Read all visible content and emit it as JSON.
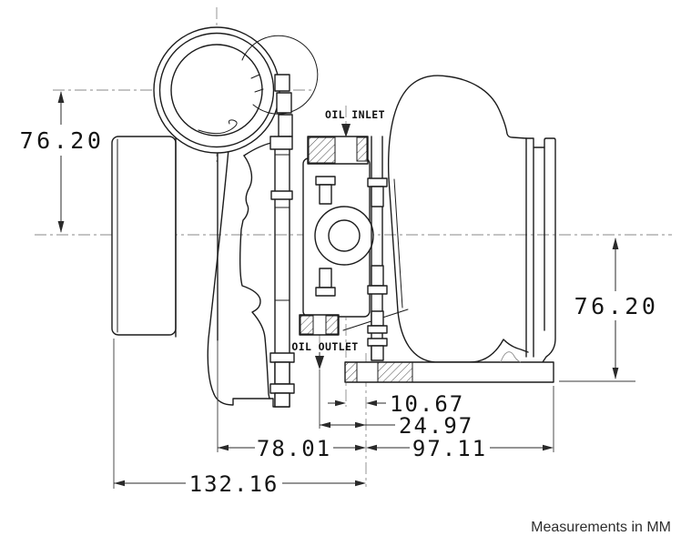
{
  "page": {
    "background": "#ffffff"
  },
  "labels": {
    "oil_inlet": "OIL INLET",
    "oil_outlet": "OIL OUTLET"
  },
  "dimensions": {
    "inlet_center_to_main_center": "76.20",
    "main_center_to_turbine_flange_bottom": "76.20",
    "oil_inlet_to_outlet_centerline": "10.67",
    "oil_drain_to_outlet_centerline": "24.97",
    "mount_face_to_outlet_centerline": "78.01",
    "outlet_centerline_to_discharge_flange": "97.11",
    "compressor_flange_to_outlet_centerline": "132.16"
  },
  "footer": {
    "units_note": "Measurements in MM"
  },
  "colors": {
    "line": "#1c1c1c",
    "centerline": "#8a8a8a",
    "dimension": "#2a2a2a",
    "background": "#ffffff"
  }
}
